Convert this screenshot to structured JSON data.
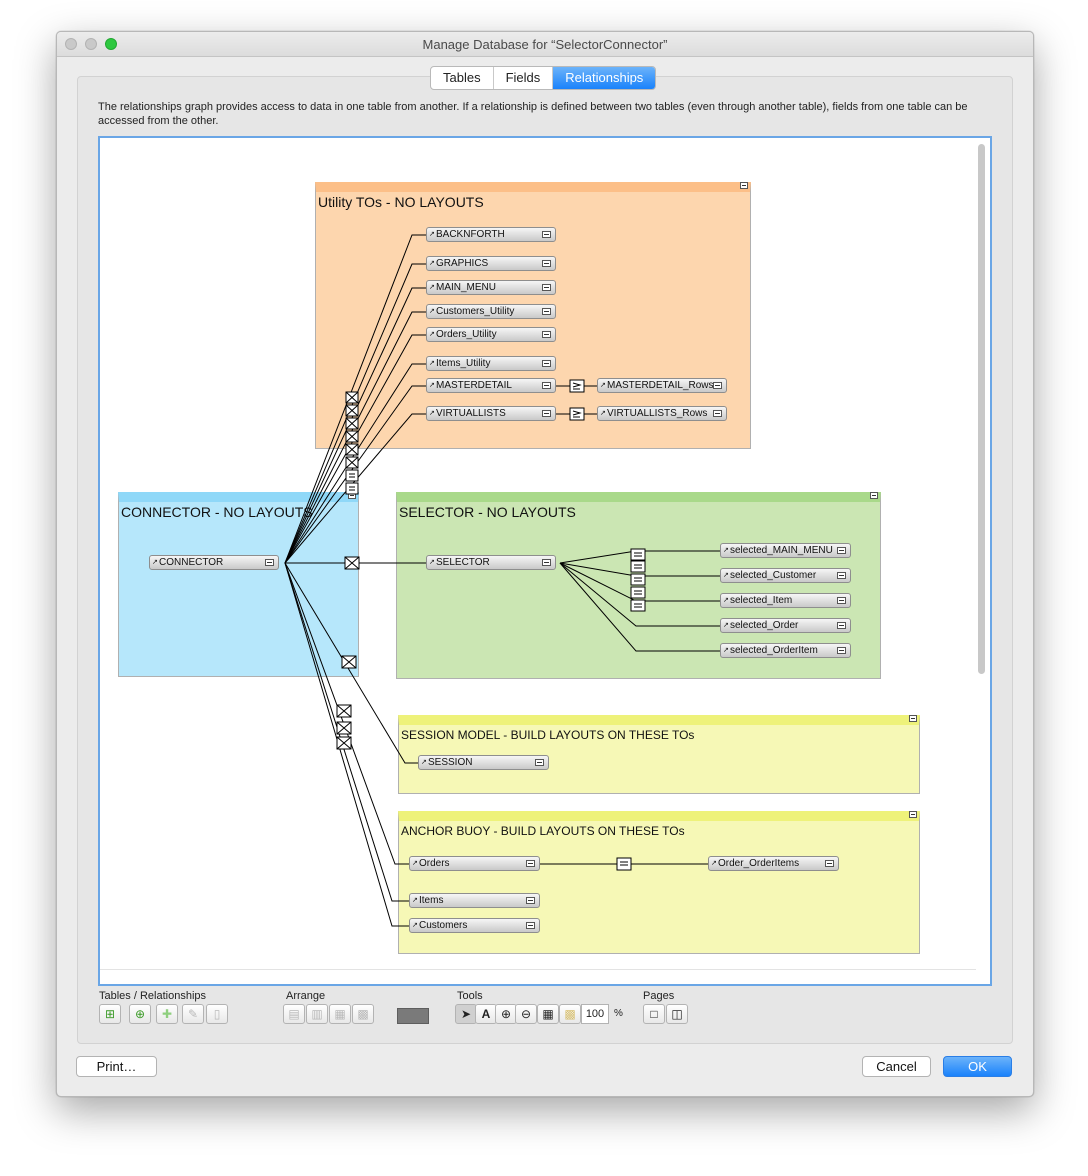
{
  "window": {
    "title": "Manage Database for “SelectorConnector”"
  },
  "tabs": [
    "Tables",
    "Fields",
    "Relationships"
  ],
  "description": "The relationships graph provides access to data in one table from another. If a relationship is defined between two tables (even through another table), fields from one table can be accessed from the other.",
  "groups": {
    "utility": "Utility TOs - NO LAYOUTS",
    "connector": "CONNECTOR - NO LAYOUTS",
    "selector": "SELECTOR  - NO LAYOUTS",
    "session": "SESSION MODEL - BUILD LAYOUTS ON THESE TOs",
    "anchor": "ANCHOR BUOY - BUILD LAYOUTS ON THESE TOs"
  },
  "tos": {
    "backnforth": "BACKNFORTH",
    "graphics": "GRAPHICS",
    "main_menu": "MAIN_MENU",
    "customers_utility": "Customers_Utility",
    "orders_utility": "Orders_Utility",
    "items_utility": "Items_Utility",
    "masterdetail": "MASTERDETAIL",
    "masterdetail_rows": "MASTERDETAIL_Rows",
    "virtuallists": "VIRTUALLISTS",
    "virtuallists_rows": "VIRTUALLISTS_Rows",
    "connector": "CONNECTOR",
    "selector": "SELECTOR",
    "selected_main_menu": "selected_MAIN_MENU",
    "selected_customer": "selected_Customer",
    "selected_item": "selected_Item",
    "selected_order": "selected_Order",
    "selected_orderitem": "selected_OrderItem",
    "session": "SESSION",
    "orders": "Orders",
    "order_orderitems": "Order_OrderItems",
    "items": "Items",
    "customers": "Customers"
  },
  "toolbar": {
    "tables_relationships": "Tables / Relationships",
    "arrange": "Arrange",
    "tools": "Tools",
    "pages": "Pages",
    "zoom": "100",
    "zoom_unit": "%"
  },
  "buttons": {
    "print": "Print…",
    "cancel": "Cancel",
    "ok": "OK"
  },
  "colors": {
    "utility_group": "#fdd6ae",
    "connector_group": "#b6e7fb",
    "selector_group": "#cbe6b3",
    "session_group": "#f6f8b6",
    "accent": "#1a82fb"
  },
  "icons": [
    "close-button",
    "minimize-button",
    "zoom-button",
    "add-table-icon",
    "add-relationship-icon",
    "duplicate-icon",
    "edit-icon",
    "delete-icon",
    "align-icon",
    "select-arrow-icon",
    "text-tool-icon",
    "zoom-in-icon",
    "zoom-out-icon",
    "toggle-display-icon",
    "page-icon"
  ]
}
